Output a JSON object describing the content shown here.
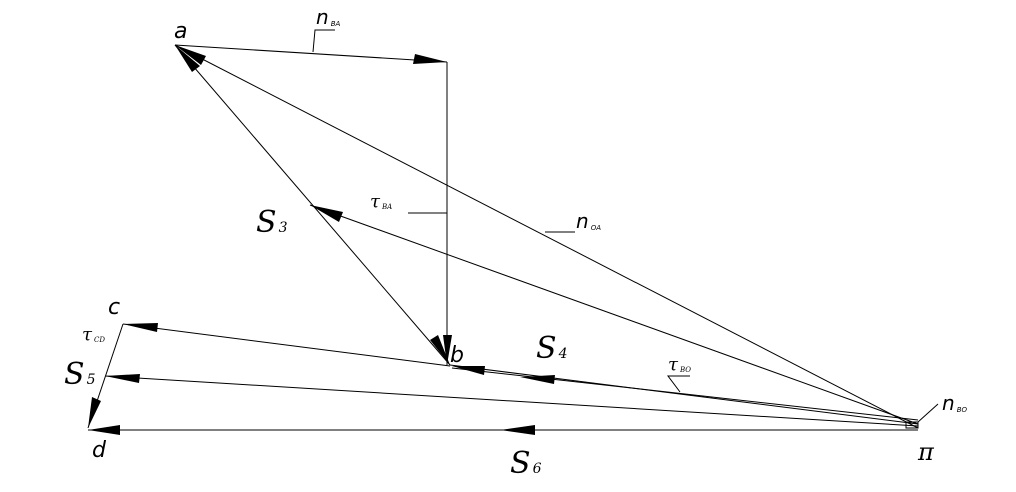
{
  "points": {
    "a": "a",
    "b": "b",
    "c": "c",
    "d": "d",
    "pi": "π"
  },
  "vectors": {
    "S3": {
      "main": "S",
      "sub": "3"
    },
    "S4": {
      "main": "S",
      "sub": "4"
    },
    "S5": {
      "main": "S",
      "sub": "5"
    },
    "S6": {
      "main": "S",
      "sub": "6"
    }
  },
  "components": {
    "n_BA": {
      "main": "n",
      "sub": "BA"
    },
    "n_OA": {
      "main": "n",
      "sub": "OA"
    },
    "n_BO": {
      "main": "n",
      "sub": "BO"
    },
    "tau_BA": {
      "main": "τ",
      "sub": "BA"
    },
    "tau_BO": {
      "main": "τ",
      "sub": "BO"
    },
    "tau_CD": {
      "main": "τ",
      "sub": "CD"
    }
  }
}
